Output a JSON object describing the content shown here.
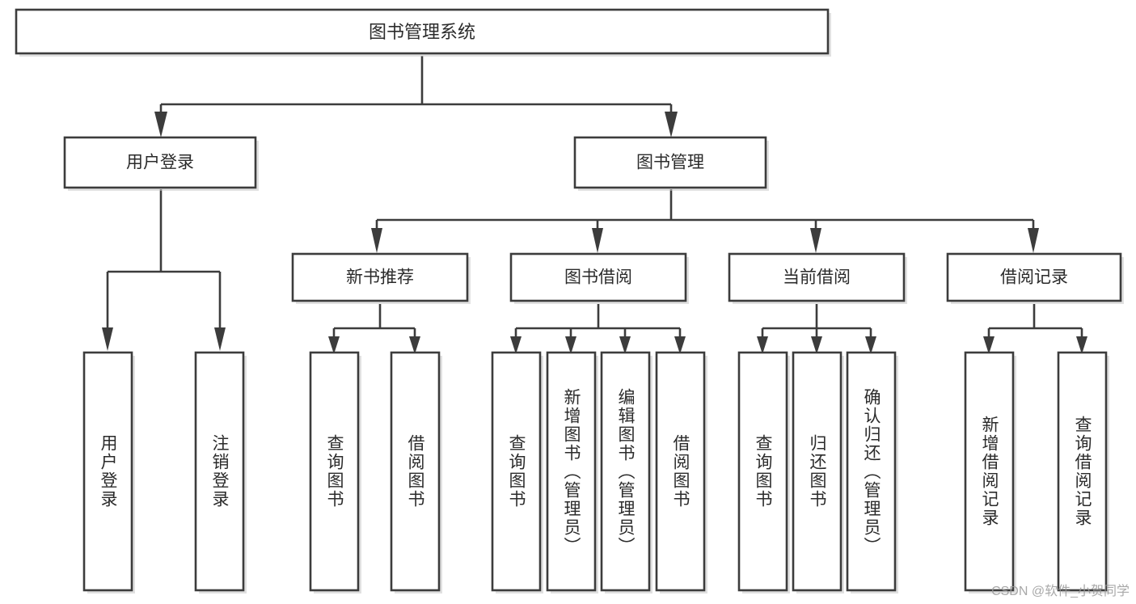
{
  "diagram": {
    "title": "图书管理系统",
    "type": "hierarchy-tree",
    "watermark": "CSDN @软件_小贺同学",
    "levels": {
      "root": "图书管理系统",
      "level2": [
        "用户登录",
        "图书管理"
      ],
      "level3": [
        "新书推荐",
        "图书借阅",
        "当前借阅",
        "借阅记录"
      ]
    },
    "nodes": {
      "root": {
        "label": "图书管理系统"
      },
      "user_login": {
        "label": "用户登录"
      },
      "book_manage": {
        "label": "图书管理"
      },
      "new_book_rec": {
        "label": "新书推荐"
      },
      "book_borrow": {
        "label": "图书借阅"
      },
      "current_borrow": {
        "label": "当前借阅"
      },
      "borrow_record": {
        "label": "借阅记录"
      },
      "leaf_user_login": {
        "label": "用户登录"
      },
      "leaf_logout": {
        "label": "注销登录"
      },
      "leaf_query_book_a": {
        "label": "查询图书"
      },
      "leaf_borrow_book_a": {
        "label": "借阅图书"
      },
      "leaf_query_book_b": {
        "label": "查询图书"
      },
      "leaf_add_book": {
        "label": "新增图书（管理员）"
      },
      "leaf_edit_book": {
        "label": "编辑图书（管理员）"
      },
      "leaf_borrow_book_b": {
        "label": "借阅图书"
      },
      "leaf_query_book_c": {
        "label": "查询图书"
      },
      "leaf_return_book": {
        "label": "归还图书"
      },
      "leaf_confirm_return": {
        "label": "确认归还（管理员）"
      },
      "leaf_add_record": {
        "label": "新增借阅记录"
      },
      "leaf_query_record": {
        "label": "查询借阅记录"
      }
    },
    "colors": {
      "box_fill": "#ffffff",
      "box_stroke": "#3c3c3c",
      "text": "#2b2b2b",
      "watermark": "#9a9a9a",
      "background": "#ffffff"
    }
  }
}
